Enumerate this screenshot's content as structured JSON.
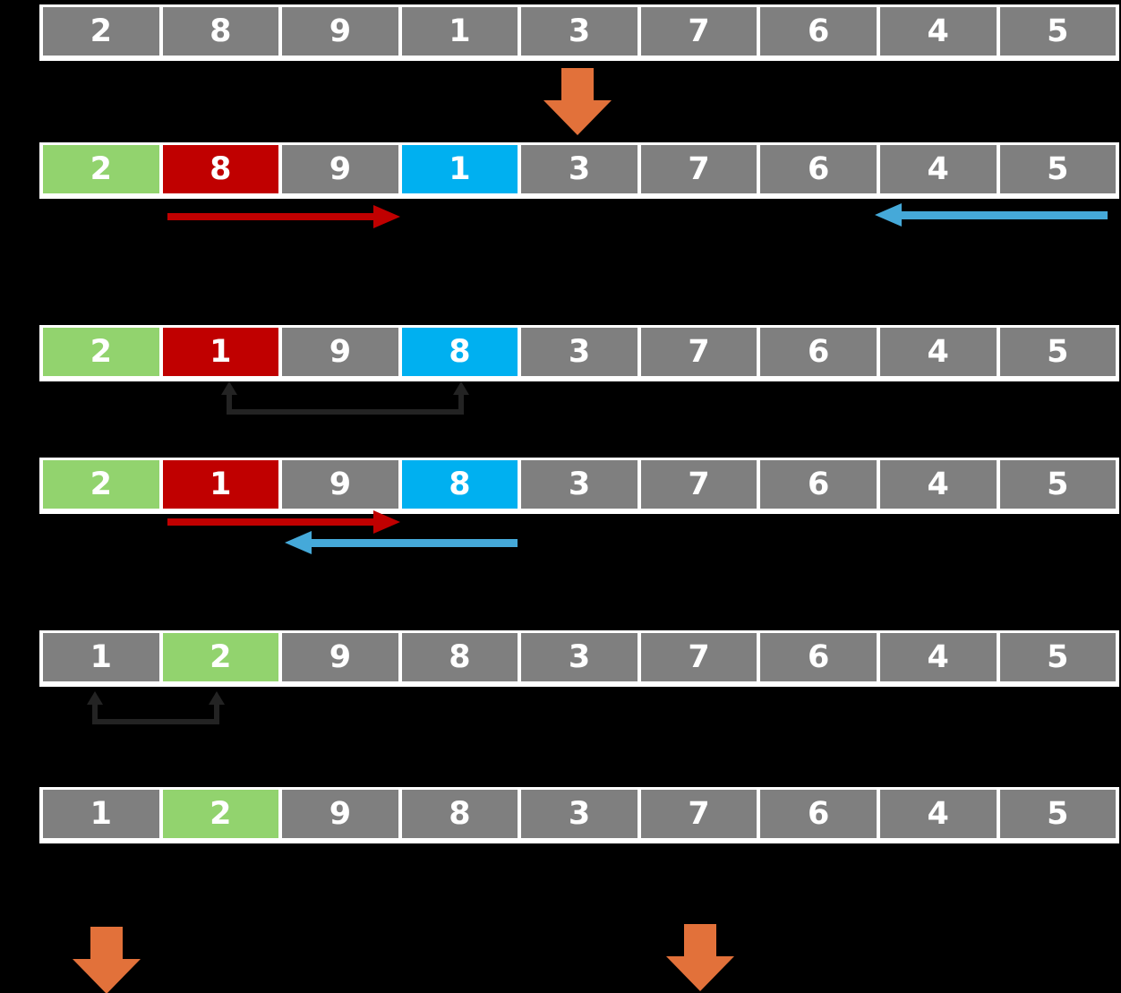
{
  "colors": {
    "background": "#000000",
    "row_frame": "#FFFFFF",
    "cell_text": "#FFFFFF",
    "cell_gray": "#7F7F7F",
    "cell_green": "#92D36E",
    "cell_red": "#C00000",
    "cell_blue": "#00B0F0",
    "arrow_orange": "#E2713A",
    "arrow_red": "#C00000",
    "arrow_blue": "#45A9D9",
    "arrow_black": "#232323"
  },
  "rows": [
    {
      "step": "initial-array",
      "cells": [
        {
          "value": "2",
          "state": "gray"
        },
        {
          "value": "8",
          "state": "gray"
        },
        {
          "value": "9",
          "state": "gray"
        },
        {
          "value": "1",
          "state": "gray"
        },
        {
          "value": "3",
          "state": "gray"
        },
        {
          "value": "7",
          "state": "gray"
        },
        {
          "value": "6",
          "state": "gray"
        },
        {
          "value": "4",
          "state": "gray"
        },
        {
          "value": "5",
          "state": "gray"
        }
      ]
    },
    {
      "step": "pivot-and-scan-pointers",
      "cells": [
        {
          "value": "2",
          "state": "green"
        },
        {
          "value": "8",
          "state": "red"
        },
        {
          "value": "9",
          "state": "gray"
        },
        {
          "value": "1",
          "state": "blue"
        },
        {
          "value": "3",
          "state": "gray"
        },
        {
          "value": "7",
          "state": "gray"
        },
        {
          "value": "6",
          "state": "gray"
        },
        {
          "value": "4",
          "state": "gray"
        },
        {
          "value": "5",
          "state": "gray"
        }
      ]
    },
    {
      "step": "after-swap-8-and-1",
      "cells": [
        {
          "value": "2",
          "state": "green"
        },
        {
          "value": "1",
          "state": "red"
        },
        {
          "value": "9",
          "state": "gray"
        },
        {
          "value": "8",
          "state": "blue"
        },
        {
          "value": "3",
          "state": "gray"
        },
        {
          "value": "7",
          "state": "gray"
        },
        {
          "value": "6",
          "state": "gray"
        },
        {
          "value": "4",
          "state": "gray"
        },
        {
          "value": "5",
          "state": "gray"
        }
      ]
    },
    {
      "step": "pointers-continue",
      "cells": [
        {
          "value": "2",
          "state": "green"
        },
        {
          "value": "1",
          "state": "red"
        },
        {
          "value": "9",
          "state": "gray"
        },
        {
          "value": "8",
          "state": "blue"
        },
        {
          "value": "3",
          "state": "gray"
        },
        {
          "value": "7",
          "state": "gray"
        },
        {
          "value": "6",
          "state": "gray"
        },
        {
          "value": "4",
          "state": "gray"
        },
        {
          "value": "5",
          "state": "gray"
        }
      ]
    },
    {
      "step": "after-swap-pivot-2-and-1",
      "cells": [
        {
          "value": "1",
          "state": "gray"
        },
        {
          "value": "2",
          "state": "green"
        },
        {
          "value": "9",
          "state": "gray"
        },
        {
          "value": "8",
          "state": "gray"
        },
        {
          "value": "3",
          "state": "gray"
        },
        {
          "value": "7",
          "state": "gray"
        },
        {
          "value": "6",
          "state": "gray"
        },
        {
          "value": "4",
          "state": "gray"
        },
        {
          "value": "5",
          "state": "gray"
        }
      ]
    },
    {
      "step": "partitioned-array",
      "cells": [
        {
          "value": "1",
          "state": "gray"
        },
        {
          "value": "2",
          "state": "green"
        },
        {
          "value": "9",
          "state": "gray"
        },
        {
          "value": "8",
          "state": "gray"
        },
        {
          "value": "3",
          "state": "gray"
        },
        {
          "value": "7",
          "state": "gray"
        },
        {
          "value": "6",
          "state": "gray"
        },
        {
          "value": "4",
          "state": "gray"
        },
        {
          "value": "5",
          "state": "gray"
        }
      ]
    }
  ],
  "arrows": [
    {
      "name": "step-down-arrow",
      "shape": "block-down",
      "color": "orange"
    },
    {
      "name": "left-scan-right-arrow",
      "shape": "line-right",
      "color": "red"
    },
    {
      "name": "right-scan-left-arrow",
      "shape": "line-left",
      "color": "blue"
    },
    {
      "name": "swap-connector-1-and-8",
      "shape": "u-swap",
      "color": "black"
    },
    {
      "name": "left-scan-right-arrow-2",
      "shape": "line-right",
      "color": "red"
    },
    {
      "name": "right-scan-left-arrow-2",
      "shape": "line-left",
      "color": "blue"
    },
    {
      "name": "swap-connector-1-and-2",
      "shape": "u-swap",
      "color": "black"
    },
    {
      "name": "recurse-left-partition-down-arrow",
      "shape": "block-down",
      "color": "orange"
    },
    {
      "name": "recurse-right-partition-down-arrow",
      "shape": "block-down",
      "color": "orange"
    }
  ]
}
